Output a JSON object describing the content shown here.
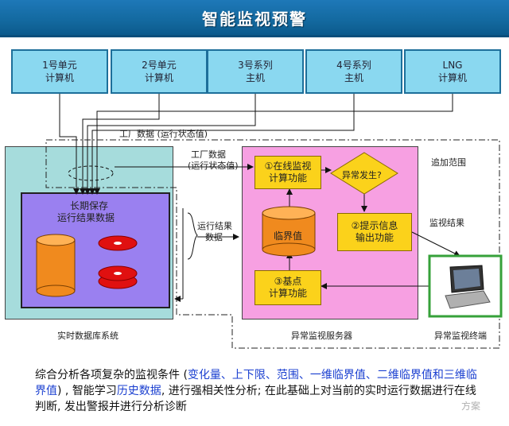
{
  "title": "智能监视预警",
  "hosts": [
    {
      "line1": "1号单元",
      "line2": "计算机"
    },
    {
      "line1": "2号单元",
      "line2": "计算机"
    },
    {
      "line1": "3号系列",
      "line2": "主机"
    },
    {
      "line1": "4号系列",
      "line2": "主机"
    },
    {
      "line1": "LNG",
      "line2": "计算机"
    }
  ],
  "labels": {
    "plant_data_top": "工厂数据 (运行状态值)",
    "plant_data_mid_1": "工厂数据",
    "plant_data_mid_2": "(运行状态值)",
    "added_scope": "追加范围",
    "run_result_1": "运行结果",
    "run_result_2": "数据",
    "monitor_result": "监视结果"
  },
  "database": {
    "store_title_1": "长期保存",
    "store_title_2": "运行结果数据",
    "caption": "实时数据库系统"
  },
  "server": {
    "online_1": "①在线监视",
    "online_2": "计算功能",
    "decision": "异常发生?",
    "threshold": "临界值",
    "alert_1": "②提示信息",
    "alert_2": "输出功能",
    "base_1": "③基点",
    "base_2": "计算功能",
    "caption": "异常监视服务器"
  },
  "terminal": {
    "caption": "异常监视终端"
  },
  "description": {
    "part1": "综合分析各项复杂的监视条件 (",
    "part2": "变化量、上下限、范围、一维临界值、二维临界值和三维临界值",
    "part3": ") , 智能学习",
    "part4": "历史数据",
    "part5": ", 进行强相关性分析; 在此基础上对当前的实时运行数据进行在线判断, 发出警报并进行分析诊断"
  },
  "watermark": "方案"
}
